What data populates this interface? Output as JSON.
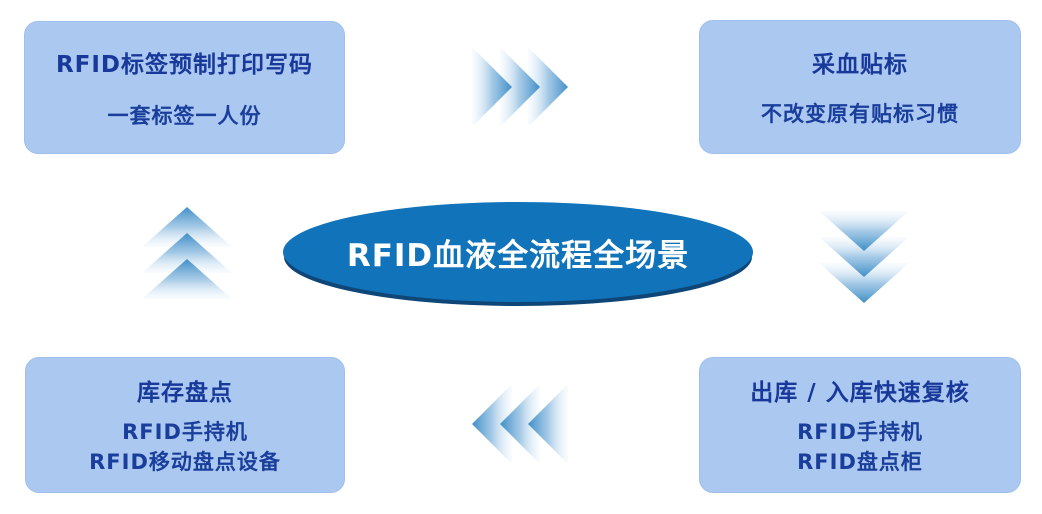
{
  "diagram": {
    "center": {
      "label": "RFID血液全流程全场景"
    },
    "nodes": [
      {
        "id": "label-printing",
        "title": "RFID标签预制打印写码",
        "lines": [
          "一套标签一人份"
        ]
      },
      {
        "id": "blood-collection",
        "title": "采血贴标",
        "lines": [
          "不改变原有贴标习惯"
        ]
      },
      {
        "id": "in-out-recheck",
        "title": "出库 / 入库快速复核",
        "lines": [
          "RFID手持机",
          "RFID盘点柜"
        ]
      },
      {
        "id": "stock-taking",
        "title": "库存盘点",
        "lines": [
          "RFID手持机",
          "RFID移动盘点设备"
        ]
      }
    ],
    "arrows": [
      {
        "position": "top",
        "direction": "right"
      },
      {
        "position": "right",
        "direction": "down"
      },
      {
        "position": "bottom",
        "direction": "left"
      },
      {
        "position": "left",
        "direction": "up"
      }
    ],
    "colors": {
      "background": "#ffffff",
      "node_fill": "#abc8f1",
      "node_border": "#9fc0ec",
      "node_text": "#1a3e9b",
      "center_fill": "#1173b9",
      "center_rim": "#0e4678",
      "center_text": "#ffffff",
      "arrow_tip": "#3f8fc8",
      "arrow_base": "#e9f3fb"
    }
  }
}
